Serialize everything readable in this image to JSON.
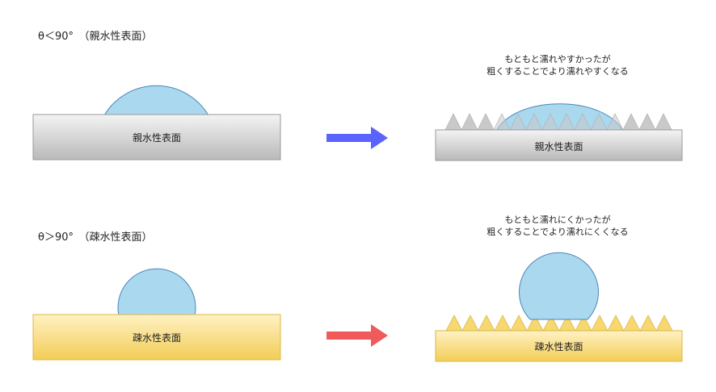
{
  "panels": {
    "hydrophilic": {
      "heading": "θ＜90°　（親水性表面）",
      "surface_label": "親水性表面",
      "rough_surface_label": "親水性表面",
      "note_line1": "もともと濡れやすかったが",
      "note_line2": "粗くすることでより濡れやすくなる",
      "arrow_color": "#5b63ff",
      "surface_color": "#c8c8c8"
    },
    "hydrophobic": {
      "heading": "θ＞90°　（疎水性表面）",
      "surface_label": "疎水性表面",
      "rough_surface_label": "疎水性表面",
      "note_line1": "もともと濡れにくかったが",
      "note_line2": "粗くすることでより濡れにくくなる",
      "arrow_color": "#f05a5a",
      "surface_color": "#f5d670"
    }
  },
  "droplet_color": "#a9d8ef"
}
